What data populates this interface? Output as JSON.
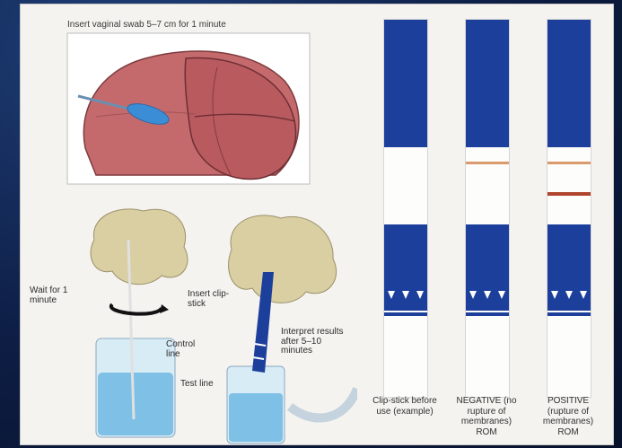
{
  "instructions": {
    "top": "Insert vaginal swab 5–7 cm for 1 minute",
    "wait": "Wait for 1 minute",
    "insert": "Insert clip-stick",
    "control_line": "Control line",
    "test_line": "Test line",
    "interpret": "Interpret results after 5–10 minutes"
  },
  "strips": [
    {
      "label": "Clip-stick before use (example)",
      "control_line": false,
      "test_line": false
    },
    {
      "label": "NEGATIVE (no rupture of membranes) ROM",
      "control_line": true,
      "test_line": false
    },
    {
      "label": "POSITIVE (rupture of membranes) ROM",
      "control_line": true,
      "test_line": true
    }
  ],
  "colors": {
    "strip_blue": "#1d3f9c",
    "control_line": "#d99a6c",
    "test_line": "#b0442c",
    "background": "#0c1a3c"
  }
}
